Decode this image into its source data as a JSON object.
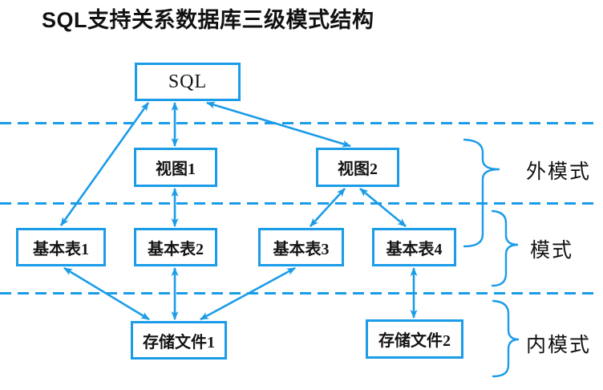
{
  "title": "SQL支持关系数据库三级模式结构",
  "colors": {
    "accent": "#1b9ce8",
    "text": "#111111",
    "background": "#ffffff"
  },
  "diagram": {
    "nodes": [
      {
        "id": "sql",
        "label": "SQL"
      },
      {
        "id": "view1",
        "label": "视图1"
      },
      {
        "id": "view2",
        "label": "视图2"
      },
      {
        "id": "table1",
        "label": "基本表1"
      },
      {
        "id": "table2",
        "label": "基本表2"
      },
      {
        "id": "table3",
        "label": "基本表3"
      },
      {
        "id": "table4",
        "label": "基本表4"
      },
      {
        "id": "file1",
        "label": "存储文件1"
      },
      {
        "id": "file2",
        "label": "存储文件2"
      }
    ],
    "levels": [
      {
        "id": "external-schema",
        "label": "外模式"
      },
      {
        "id": "schema",
        "label": "模式"
      },
      {
        "id": "internal-schema",
        "label": "内模式"
      }
    ],
    "edges": [
      {
        "from": "SQL",
        "to": "基本表1",
        "bidirectional": true
      },
      {
        "from": "SQL",
        "to": "视图1",
        "bidirectional": true
      },
      {
        "from": "SQL",
        "to": "视图2",
        "bidirectional": true
      },
      {
        "from": "视图1",
        "to": "基本表2",
        "bidirectional": true
      },
      {
        "from": "视图2",
        "to": "基本表3",
        "bidirectional": true
      },
      {
        "from": "视图2",
        "to": "基本表4",
        "bidirectional": true
      },
      {
        "from": "基本表1",
        "to": "存储文件1",
        "bidirectional": true
      },
      {
        "from": "基本表2",
        "to": "存储文件1",
        "bidirectional": true
      },
      {
        "from": "基本表3",
        "to": "存储文件1",
        "bidirectional": true
      },
      {
        "from": "基本表4",
        "to": "存储文件2",
        "bidirectional": true
      }
    ]
  }
}
